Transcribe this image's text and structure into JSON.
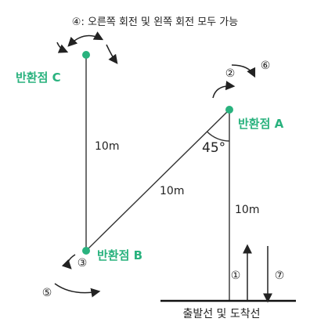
{
  "title": "④: 오른쪽 회전 및 왼쪽 회전 모두 가능",
  "turn_points": {
    "a": "반환점 A",
    "b": "반환점 B",
    "c": "반환점 C"
  },
  "segments": {
    "start_to_a": "10m",
    "a_to_b": "10m",
    "b_to_c": "10m"
  },
  "angle_label": "45°",
  "steps": {
    "s1": "①",
    "s2": "②",
    "s3": "③",
    "s5": "⑤",
    "s6": "⑥",
    "s7": "⑦"
  },
  "baseline_label": "출발선 및 도착선",
  "colors": {
    "turn_point": "#29b27e",
    "line": "#333333"
  }
}
